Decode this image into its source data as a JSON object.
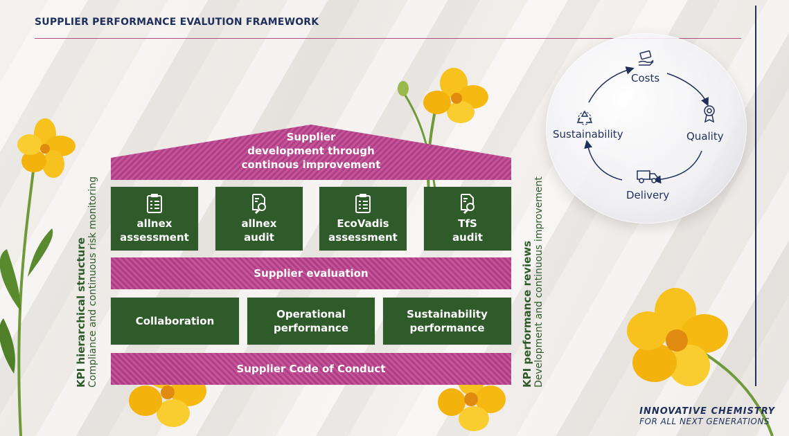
{
  "header": {
    "title": "SUPPLIER PERFORMANCE EVALUTION FRAMEWORK"
  },
  "house": {
    "roof_lines": [
      "Supplier",
      "development through",
      "continous improvement"
    ],
    "pillars": [
      {
        "line1": "allnex",
        "line2": "assessment",
        "icon": "clipboard-checklist-icon"
      },
      {
        "line1": "allnex",
        "line2": "audit",
        "icon": "document-magnifier-icon"
      },
      {
        "line1": "EcoVadis",
        "line2": "assessment",
        "icon": "clipboard-checklist-icon"
      },
      {
        "line1": "TfS",
        "line2": "audit",
        "icon": "document-magnifier-icon"
      }
    ],
    "evaluation_band": "Supplier evaluation",
    "performance": [
      {
        "line1": "Collaboration",
        "line2": ""
      },
      {
        "line1": "Operational",
        "line2": "performance"
      },
      {
        "line1": "Sustainability",
        "line2": "performance"
      }
    ],
    "foundation": "Supplier Code of Conduct"
  },
  "left_axis": {
    "title": "KPI hierarchical structure",
    "subtitle": "Compliance and continuous risk monitoring"
  },
  "right_axis": {
    "title": "KPI performance reviews",
    "subtitle": "Development and continuous improvement"
  },
  "cycle": {
    "costs": "Costs",
    "quality": "Quality",
    "delivery": "Delivery",
    "sustainability": "Sustainability",
    "icons": [
      "money-hand-icon",
      "quality-rosette-icon",
      "truck-icon",
      "recycle-icon"
    ]
  },
  "tagline": {
    "line1": "INNOVATIVE CHEMISTRY",
    "line2": "FOR ALL NEXT GENERATIONS"
  },
  "colors": {
    "navy": "#1f2f5c",
    "green": "#2f5a2a",
    "magenta": "#b03e86",
    "flower": "#f7c21e"
  }
}
